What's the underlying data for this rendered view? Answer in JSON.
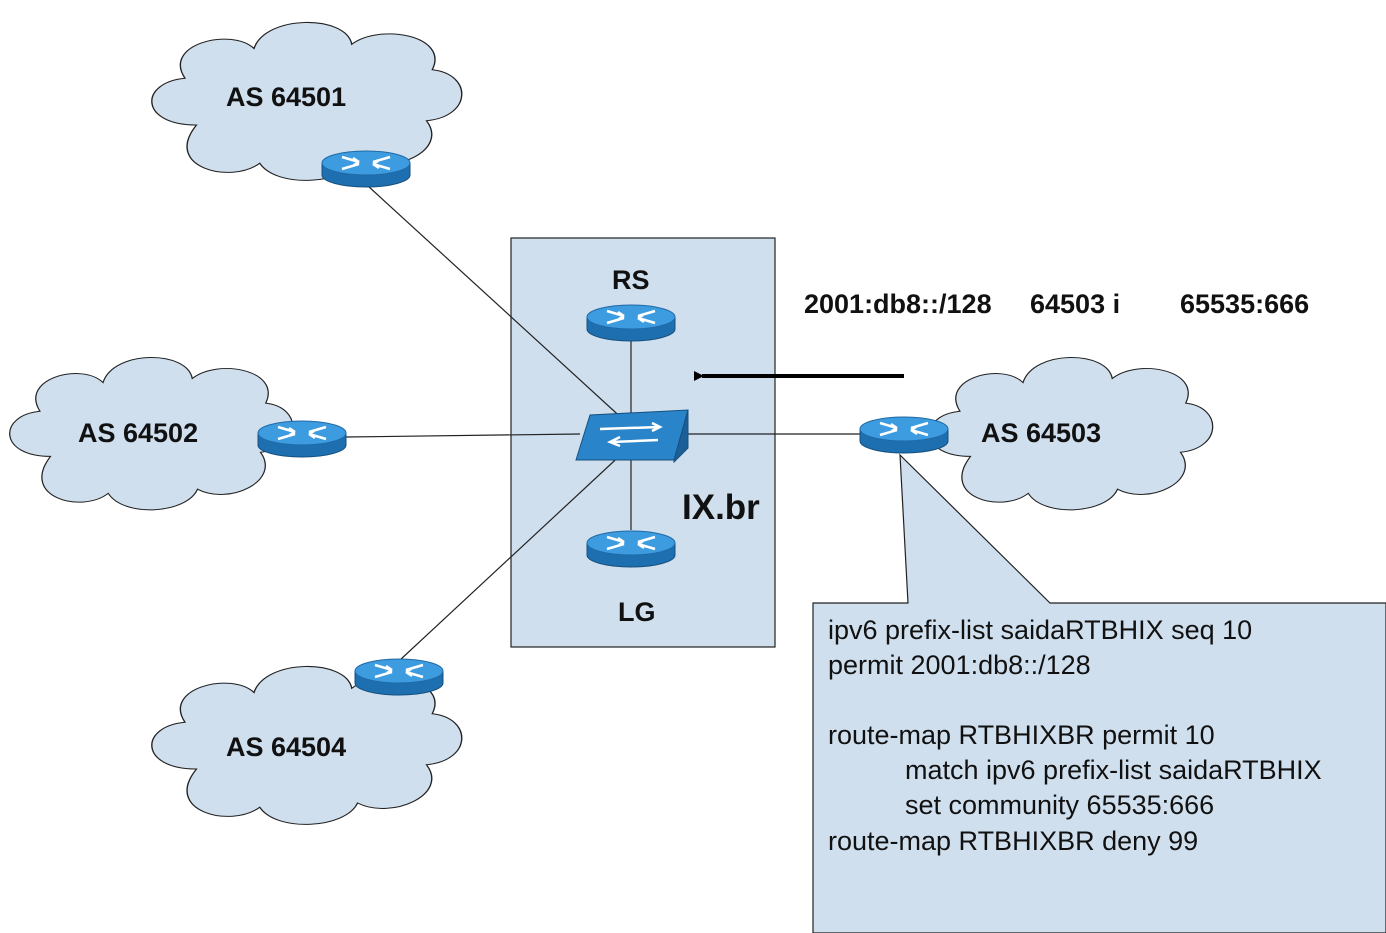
{
  "colors": {
    "cloud_fill": "#cfdfee",
    "box_fill": "#cfdfee",
    "router_blue": "#2f8fd4",
    "stroke": "#222222"
  },
  "ixp": {
    "label": "IX.br",
    "route_server_label": "RS",
    "looking_glass_label": "LG",
    "switch_icon": "switch-icon"
  },
  "autonomous_systems": [
    {
      "label": "AS 64501",
      "router_icon": "router-icon"
    },
    {
      "label": "AS 64502",
      "router_icon": "router-icon"
    },
    {
      "label": "AS 64503",
      "router_icon": "router-icon"
    },
    {
      "label": "AS 64504",
      "router_icon": "router-icon"
    }
  ],
  "announcement": {
    "prefix": "2001:db8::/128",
    "as_path": "64503 i",
    "community": "65535:666"
  },
  "config": {
    "lines": [
      "ipv6 prefix-list saidaRTBHIX seq 10",
      "permit 2001:db8::/128",
      "",
      "route-map RTBHIXBR permit 10",
      "match ipv6 prefix-list saidaRTBHIX",
      "set community 65535:666",
      "route-map RTBHIXBR deny 99"
    ]
  }
}
